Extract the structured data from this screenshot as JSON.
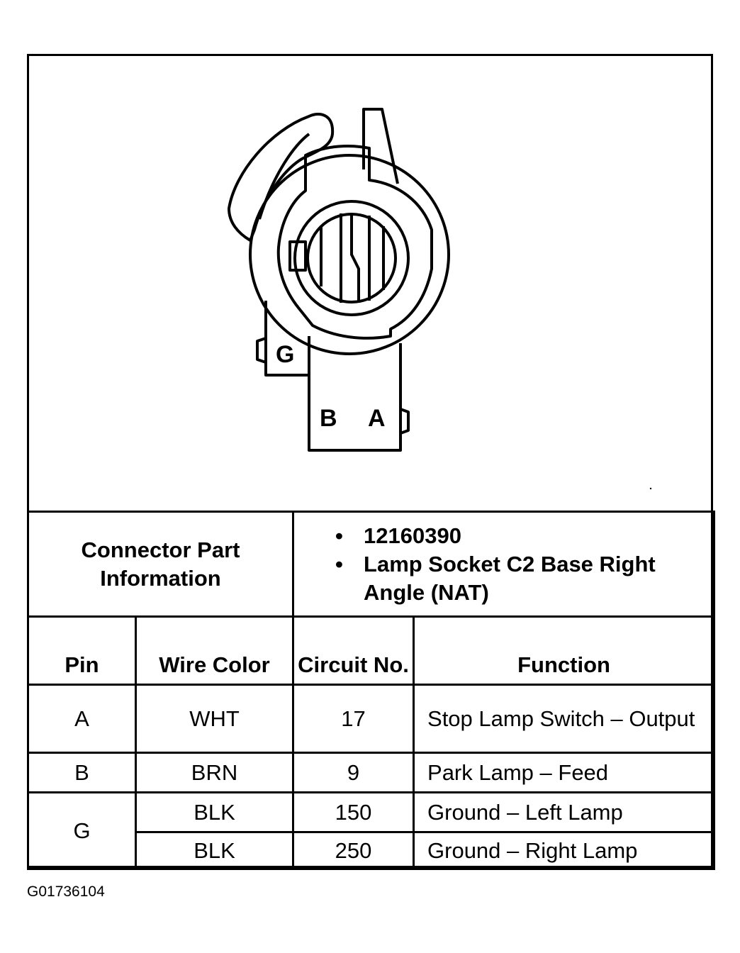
{
  "diagram": {
    "pin_labels": [
      "G",
      "B",
      "A"
    ]
  },
  "connector_info": {
    "label": "Connector Part Information",
    "items": [
      "12160390",
      "Lamp Socket C2 Base Right Angle (NAT)"
    ]
  },
  "table": {
    "headers": {
      "pin": "Pin",
      "wire_color": "Wire Color",
      "circuit_no": "Circuit No.",
      "function": "Function"
    },
    "rows": [
      {
        "pin": "A",
        "wire_color": "WHT",
        "circuit_no": "17",
        "function": "Stop Lamp Switch – Output"
      },
      {
        "pin": "B",
        "wire_color": "BRN",
        "circuit_no": "9",
        "function": "Park Lamp – Feed"
      },
      {
        "pin": "G",
        "wire_color": "BLK",
        "circuit_no": "150",
        "function": "Ground – Left Lamp"
      },
      {
        "pin": "",
        "wire_color": "BLK",
        "circuit_no": "250",
        "function": "Ground – Right Lamp"
      }
    ]
  },
  "figure_id": "G01736104"
}
